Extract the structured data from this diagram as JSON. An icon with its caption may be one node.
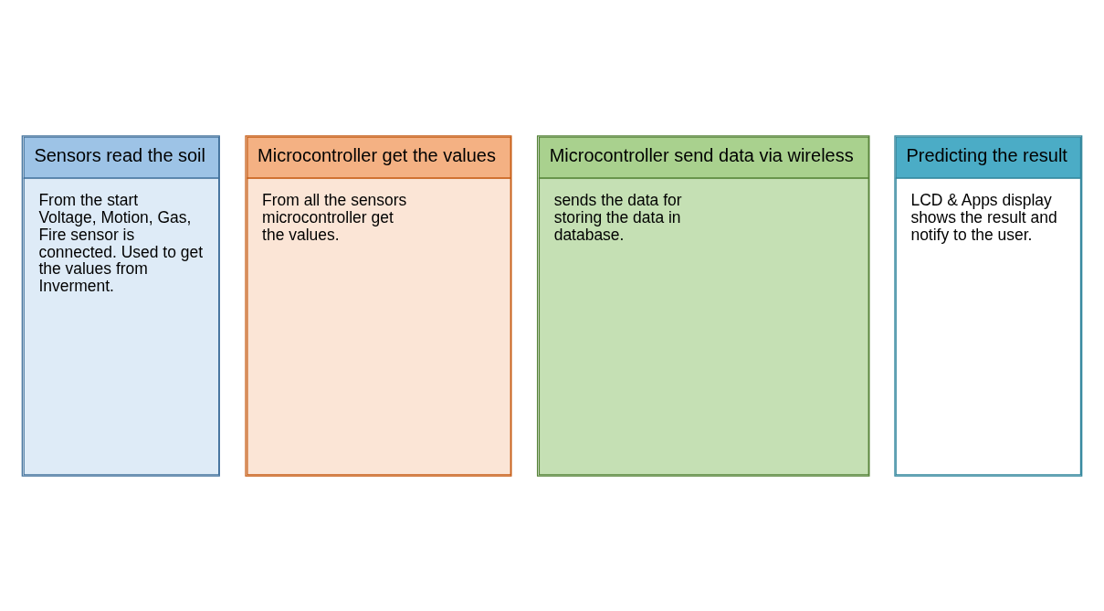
{
  "diagram": {
    "nodes": [
      {
        "text": [
          "Sensors read the soil",
          "From the start Voltage, Motion, Gas, Fire sensor is connected. Used to get the values from Inverment."
        ]
      },
      {
        "text": [
          "Microcontroller get the values",
          "From all the sensors microcontroller get the values."
        ]
      },
      {
        "text": [
          "Microcontroller send data via wireless",
          "sends the data for storing the data in database."
        ]
      },
      {
        "text": [
          "Predicting the result",
          "LCD & Apps display shows the result and notify to the user."
        ]
      }
    ],
    "edges": []
  }
}
